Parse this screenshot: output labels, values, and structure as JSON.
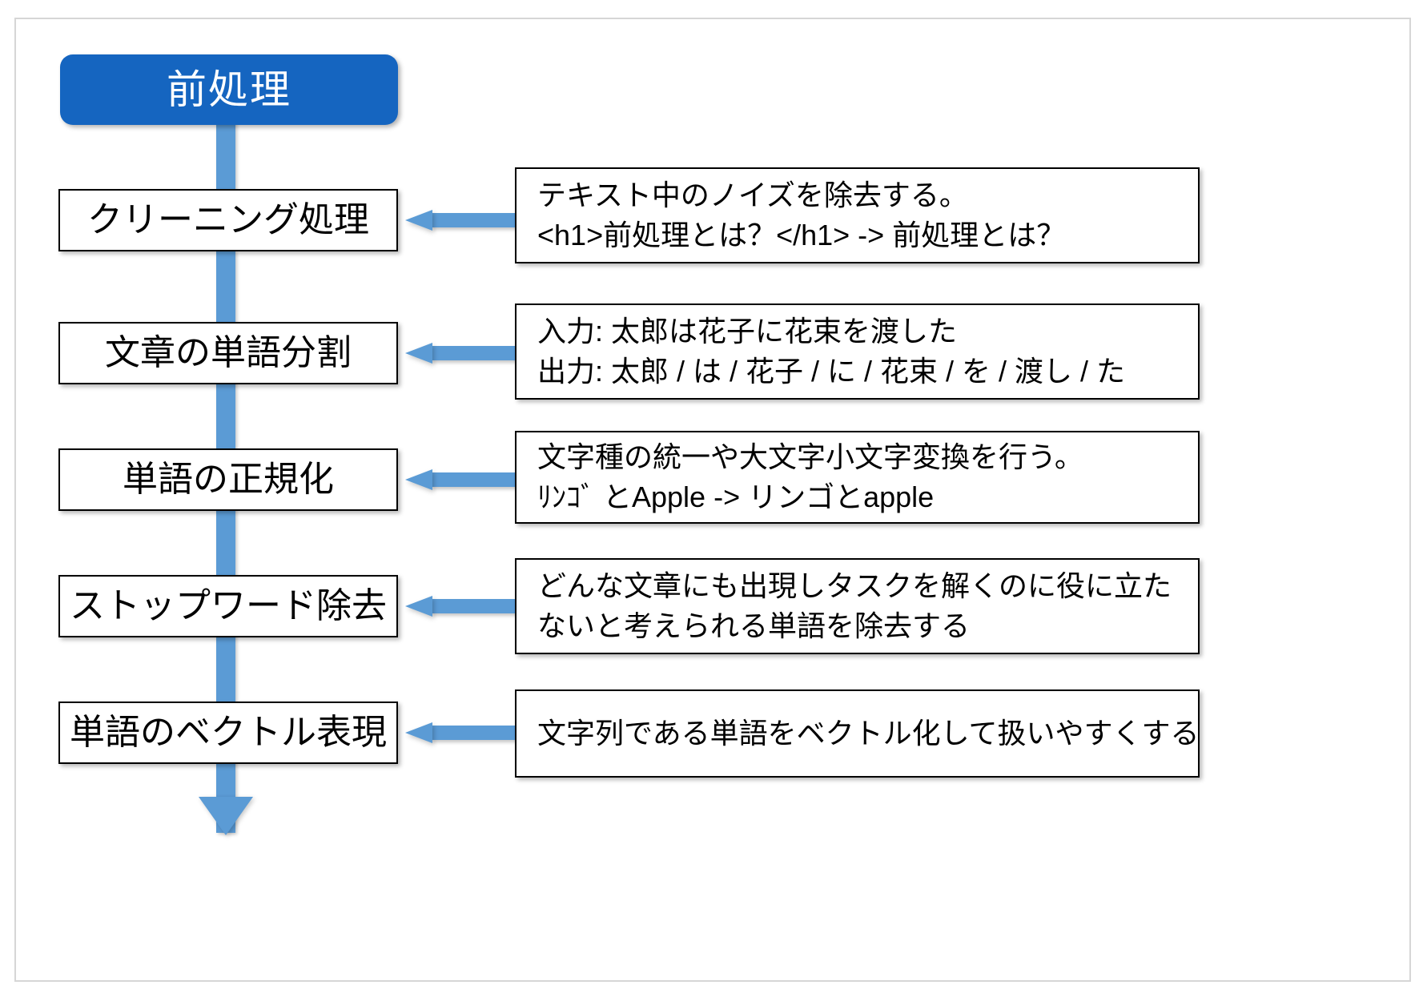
{
  "diagram": {
    "title": "前処理",
    "steps": [
      {
        "label": "クリーニング処理"
      },
      {
        "label": "文章の単語分割"
      },
      {
        "label": "単語の正規化"
      },
      {
        "label": "ストップワード除去"
      },
      {
        "label": "単語のベクトル表現"
      }
    ],
    "descriptions": [
      {
        "lines": [
          "テキスト中のノイズを除去する。",
          "<h1>前処理とは？</h1> -> 前処理とは？"
        ]
      },
      {
        "lines": [
          "入力: 太郎は花子に花束を渡した",
          "出力: 太郎 / は / 花子 / に / 花束 / を / 渡し / た"
        ]
      },
      {
        "lines": [
          "文字種の統一や大文字小文字変換を行う。",
          "ﾘﾝｺﾞ とApple -> リンゴとapple"
        ]
      },
      {
        "lines": [
          "どんな文章にも出現しタスクを解くのに役に立た",
          "ないと考えられる単語を除去する"
        ]
      },
      {
        "lines": [
          "文字列である単語をベクトル化して扱いやすくする"
        ]
      }
    ],
    "colors": {
      "header_blue": "#1565C0",
      "arrow_blue": "#5B9BD5",
      "box_border": "#000000",
      "box_fill": "#ffffff",
      "frame_border": "#d6d6d6"
    }
  }
}
